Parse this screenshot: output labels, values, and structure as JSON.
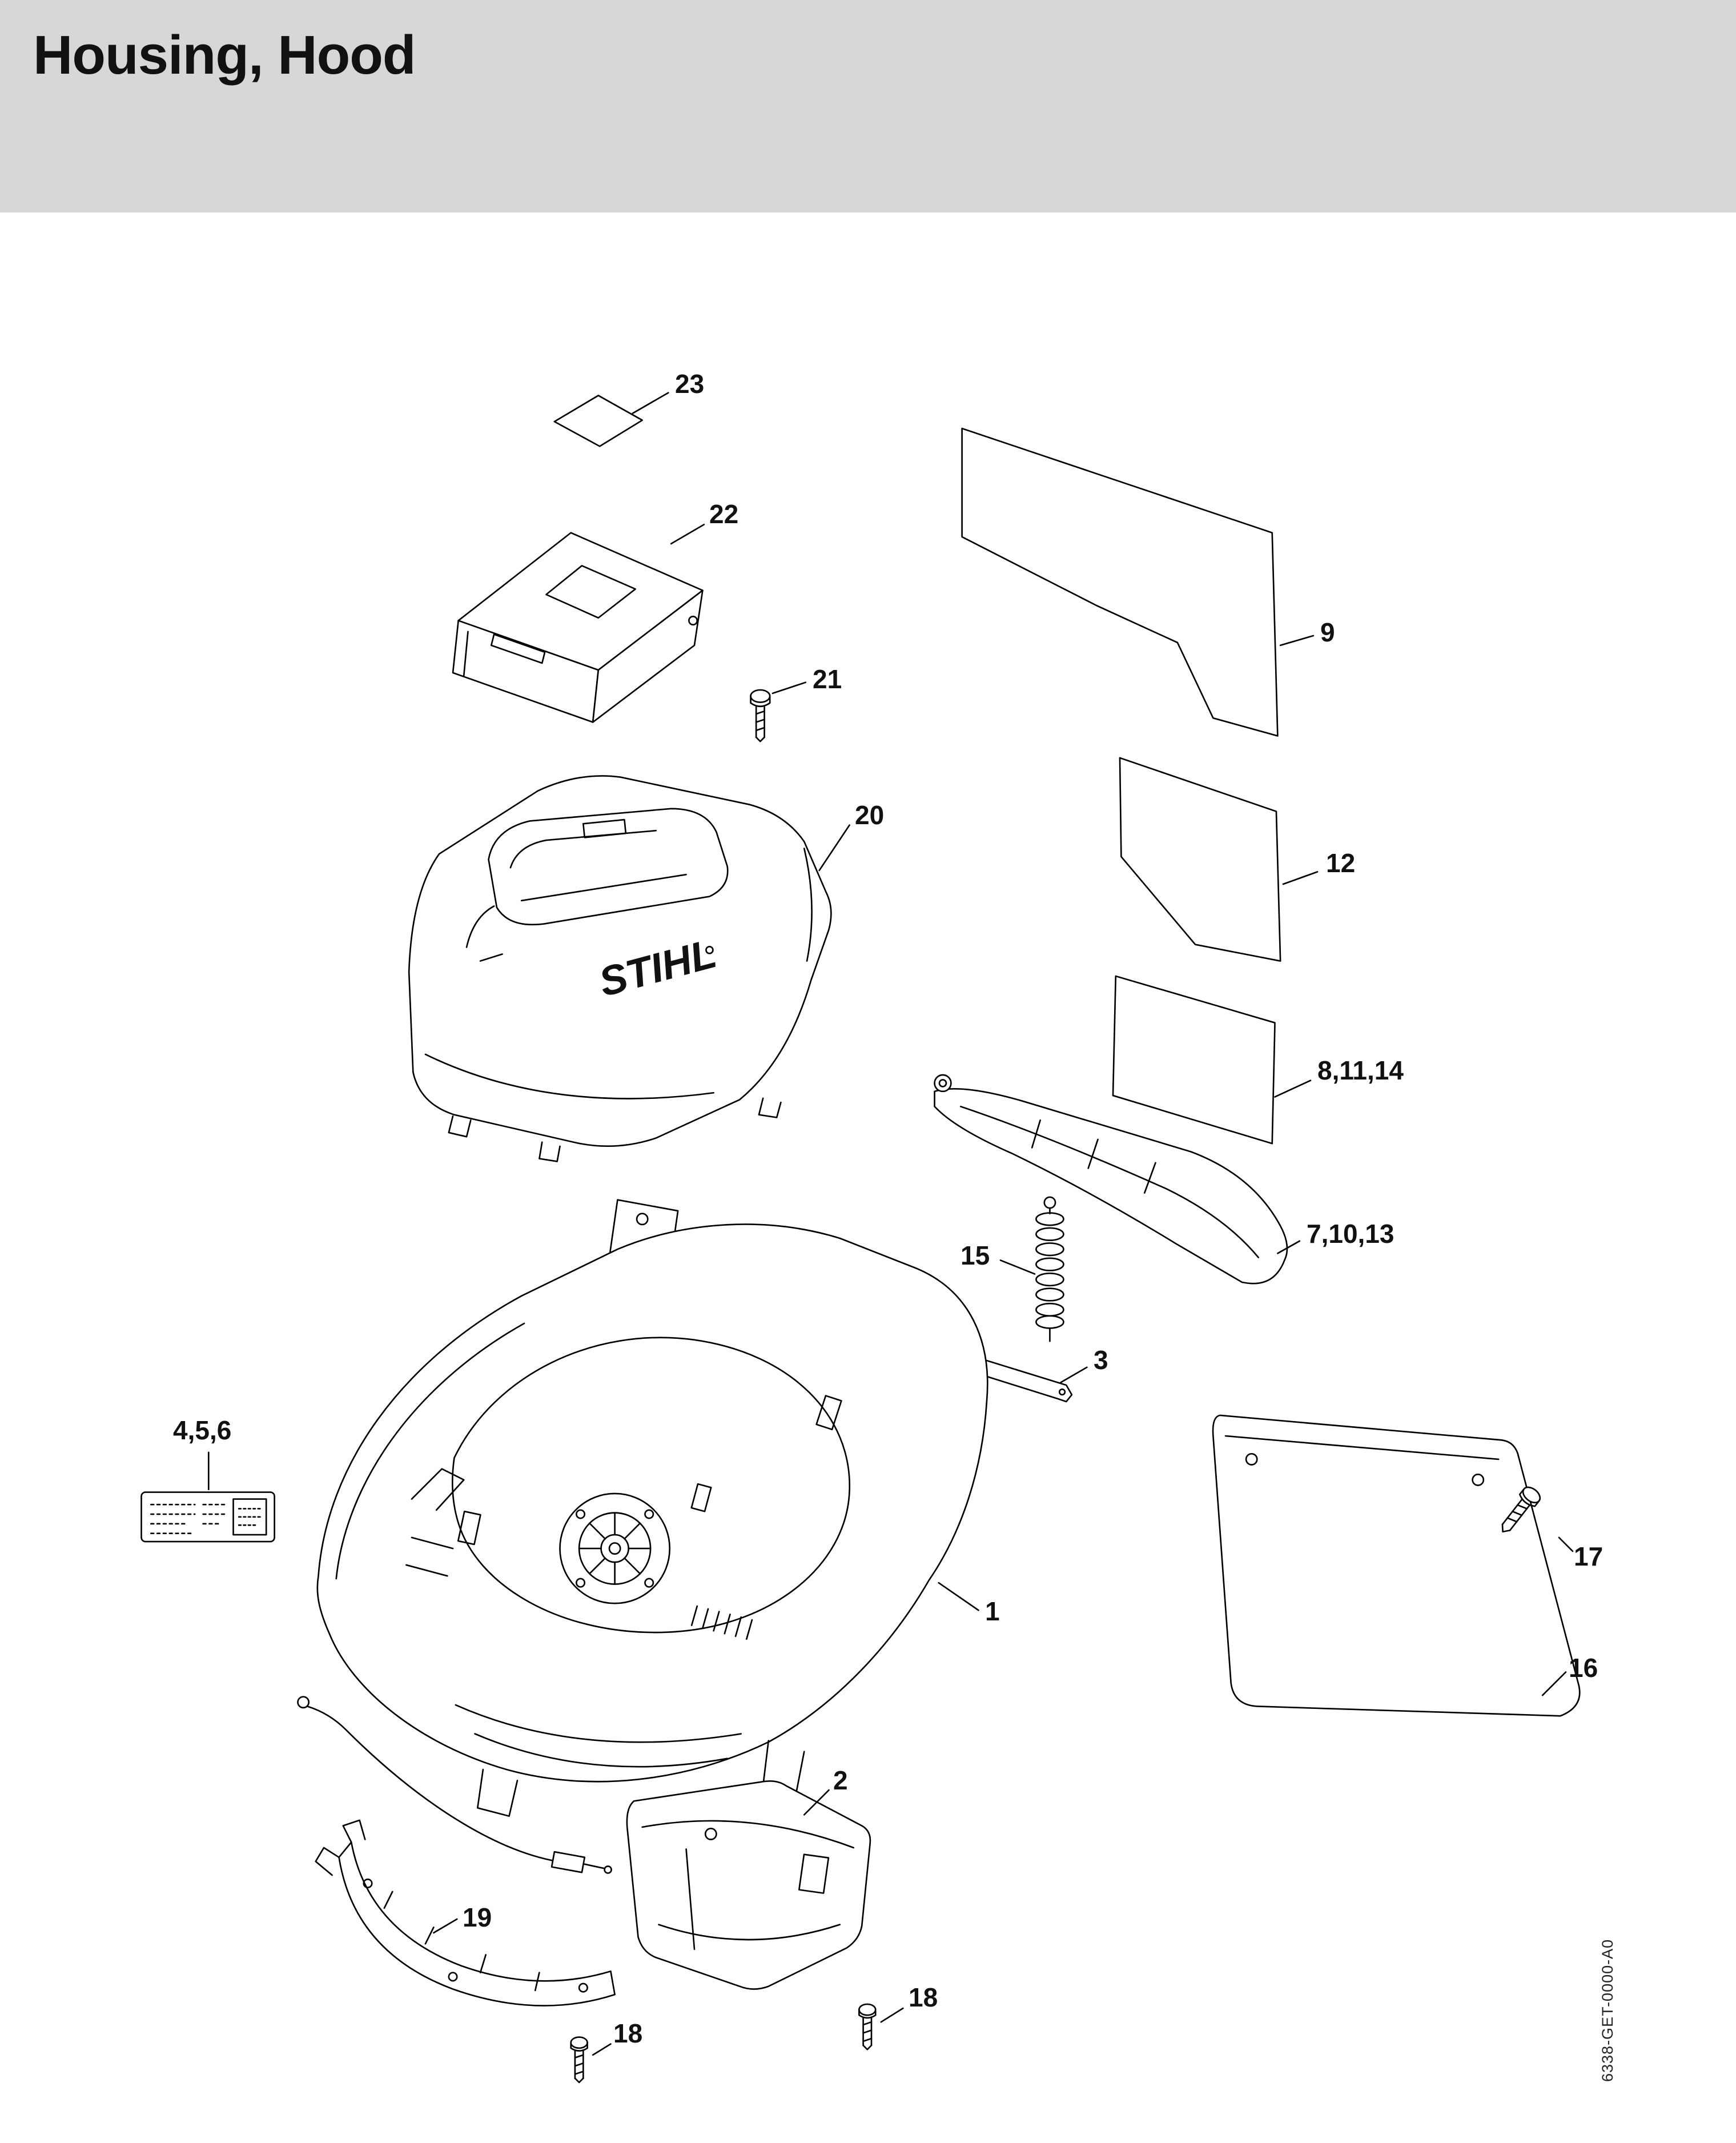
{
  "page": {
    "title": "Housing, Hood",
    "doc_code": "6338-GET-0000-A0"
  },
  "colors": {
    "header_bg": "#d7d7d7",
    "line": "#000000",
    "text": "#111111"
  },
  "diagram": {
    "brand": "STIHL",
    "callouts": [
      {
        "label": "23"
      },
      {
        "label": "22"
      },
      {
        "label": "21"
      },
      {
        "label": "20"
      },
      {
        "label": "9"
      },
      {
        "label": "12"
      },
      {
        "label": "8,11,14"
      },
      {
        "label": "7,10,13"
      },
      {
        "label": "15"
      },
      {
        "label": "3"
      },
      {
        "label": "4,5,6"
      },
      {
        "label": "1"
      },
      {
        "label": "17"
      },
      {
        "label": "16"
      },
      {
        "label": "2"
      },
      {
        "label": "19"
      },
      {
        "label": "18"
      },
      {
        "label": "18"
      }
    ]
  }
}
